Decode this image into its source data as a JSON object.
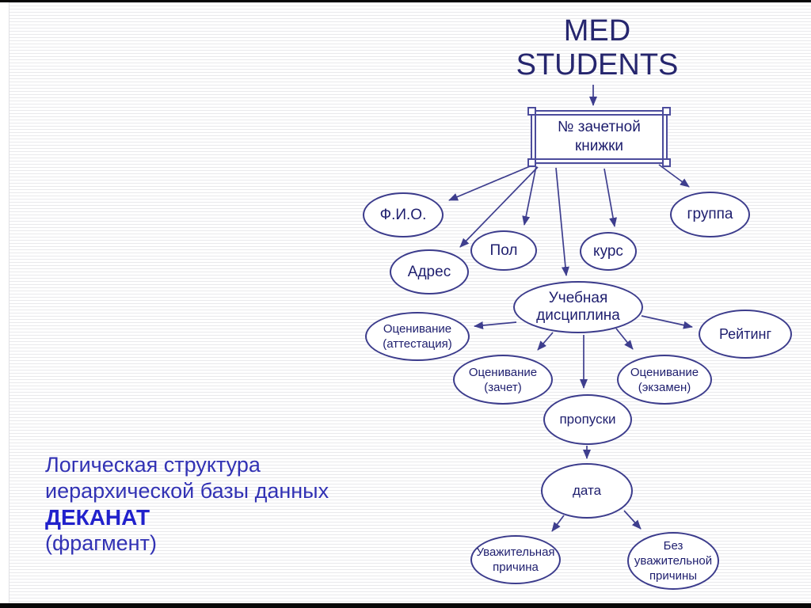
{
  "slide": {
    "title": "MED STUDENTS",
    "caption": {
      "lines": [
        "Логическая структура",
        "иерархической базы данных",
        "ДЕКАНАТ",
        "(фрагмент)"
      ]
    }
  },
  "diagram": {
    "root": {
      "id": "zachetka",
      "label": "№ зачетной книжки"
    },
    "nodes": [
      {
        "id": "fio",
        "label": "Ф.И.О."
      },
      {
        "id": "pol",
        "label": "Пол"
      },
      {
        "id": "adres",
        "label": "Адрес"
      },
      {
        "id": "kurs",
        "label": "курс"
      },
      {
        "id": "gruppa",
        "label": "группа"
      },
      {
        "id": "uchebnaya",
        "label": "Учебная дисциплина"
      },
      {
        "id": "attestacia",
        "label": "Оценивание (аттестация)"
      },
      {
        "id": "zachet",
        "label": "Оценивание (зачет)"
      },
      {
        "id": "ekzamen",
        "label": "Оценивание (экзамен)"
      },
      {
        "id": "rating",
        "label": "Рейтинг"
      },
      {
        "id": "propuski",
        "label": "пропуски"
      },
      {
        "id": "data",
        "label": "дата"
      },
      {
        "id": "uvazhitelnaya",
        "label": "Уважительная причина"
      },
      {
        "id": "bez",
        "label": "Без уважительной причины"
      }
    ],
    "edges": [
      {
        "from": "title",
        "to": "zachetka"
      },
      {
        "from": "zachetka",
        "to": "fio"
      },
      {
        "from": "zachetka",
        "to": "adres"
      },
      {
        "from": "zachetka",
        "to": "pol"
      },
      {
        "from": "zachetka",
        "to": "uchebnaya"
      },
      {
        "from": "zachetka",
        "to": "kurs"
      },
      {
        "from": "zachetka",
        "to": "gruppa"
      },
      {
        "from": "uchebnaya",
        "to": "attestacia"
      },
      {
        "from": "uchebnaya",
        "to": "zachet"
      },
      {
        "from": "uchebnaya",
        "to": "propuski"
      },
      {
        "from": "uchebnaya",
        "to": "ekzamen"
      },
      {
        "from": "uchebnaya",
        "to": "rating"
      },
      {
        "from": "propuski",
        "to": "data"
      },
      {
        "from": "data",
        "to": "uvazhitelnaya"
      },
      {
        "from": "data",
        "to": "bez"
      }
    ]
  },
  "colors": {
    "node_border": "#3c3c8c",
    "node_text": "#1e1e6e",
    "title_text": "#26266e",
    "box_border": "#4c4c9c",
    "arrow": "#3e3e8e",
    "caption_text": "#3232b4",
    "caption_emphasis": "#2121cc",
    "stripe": "#e9e9ec",
    "bar": "#070707"
  }
}
